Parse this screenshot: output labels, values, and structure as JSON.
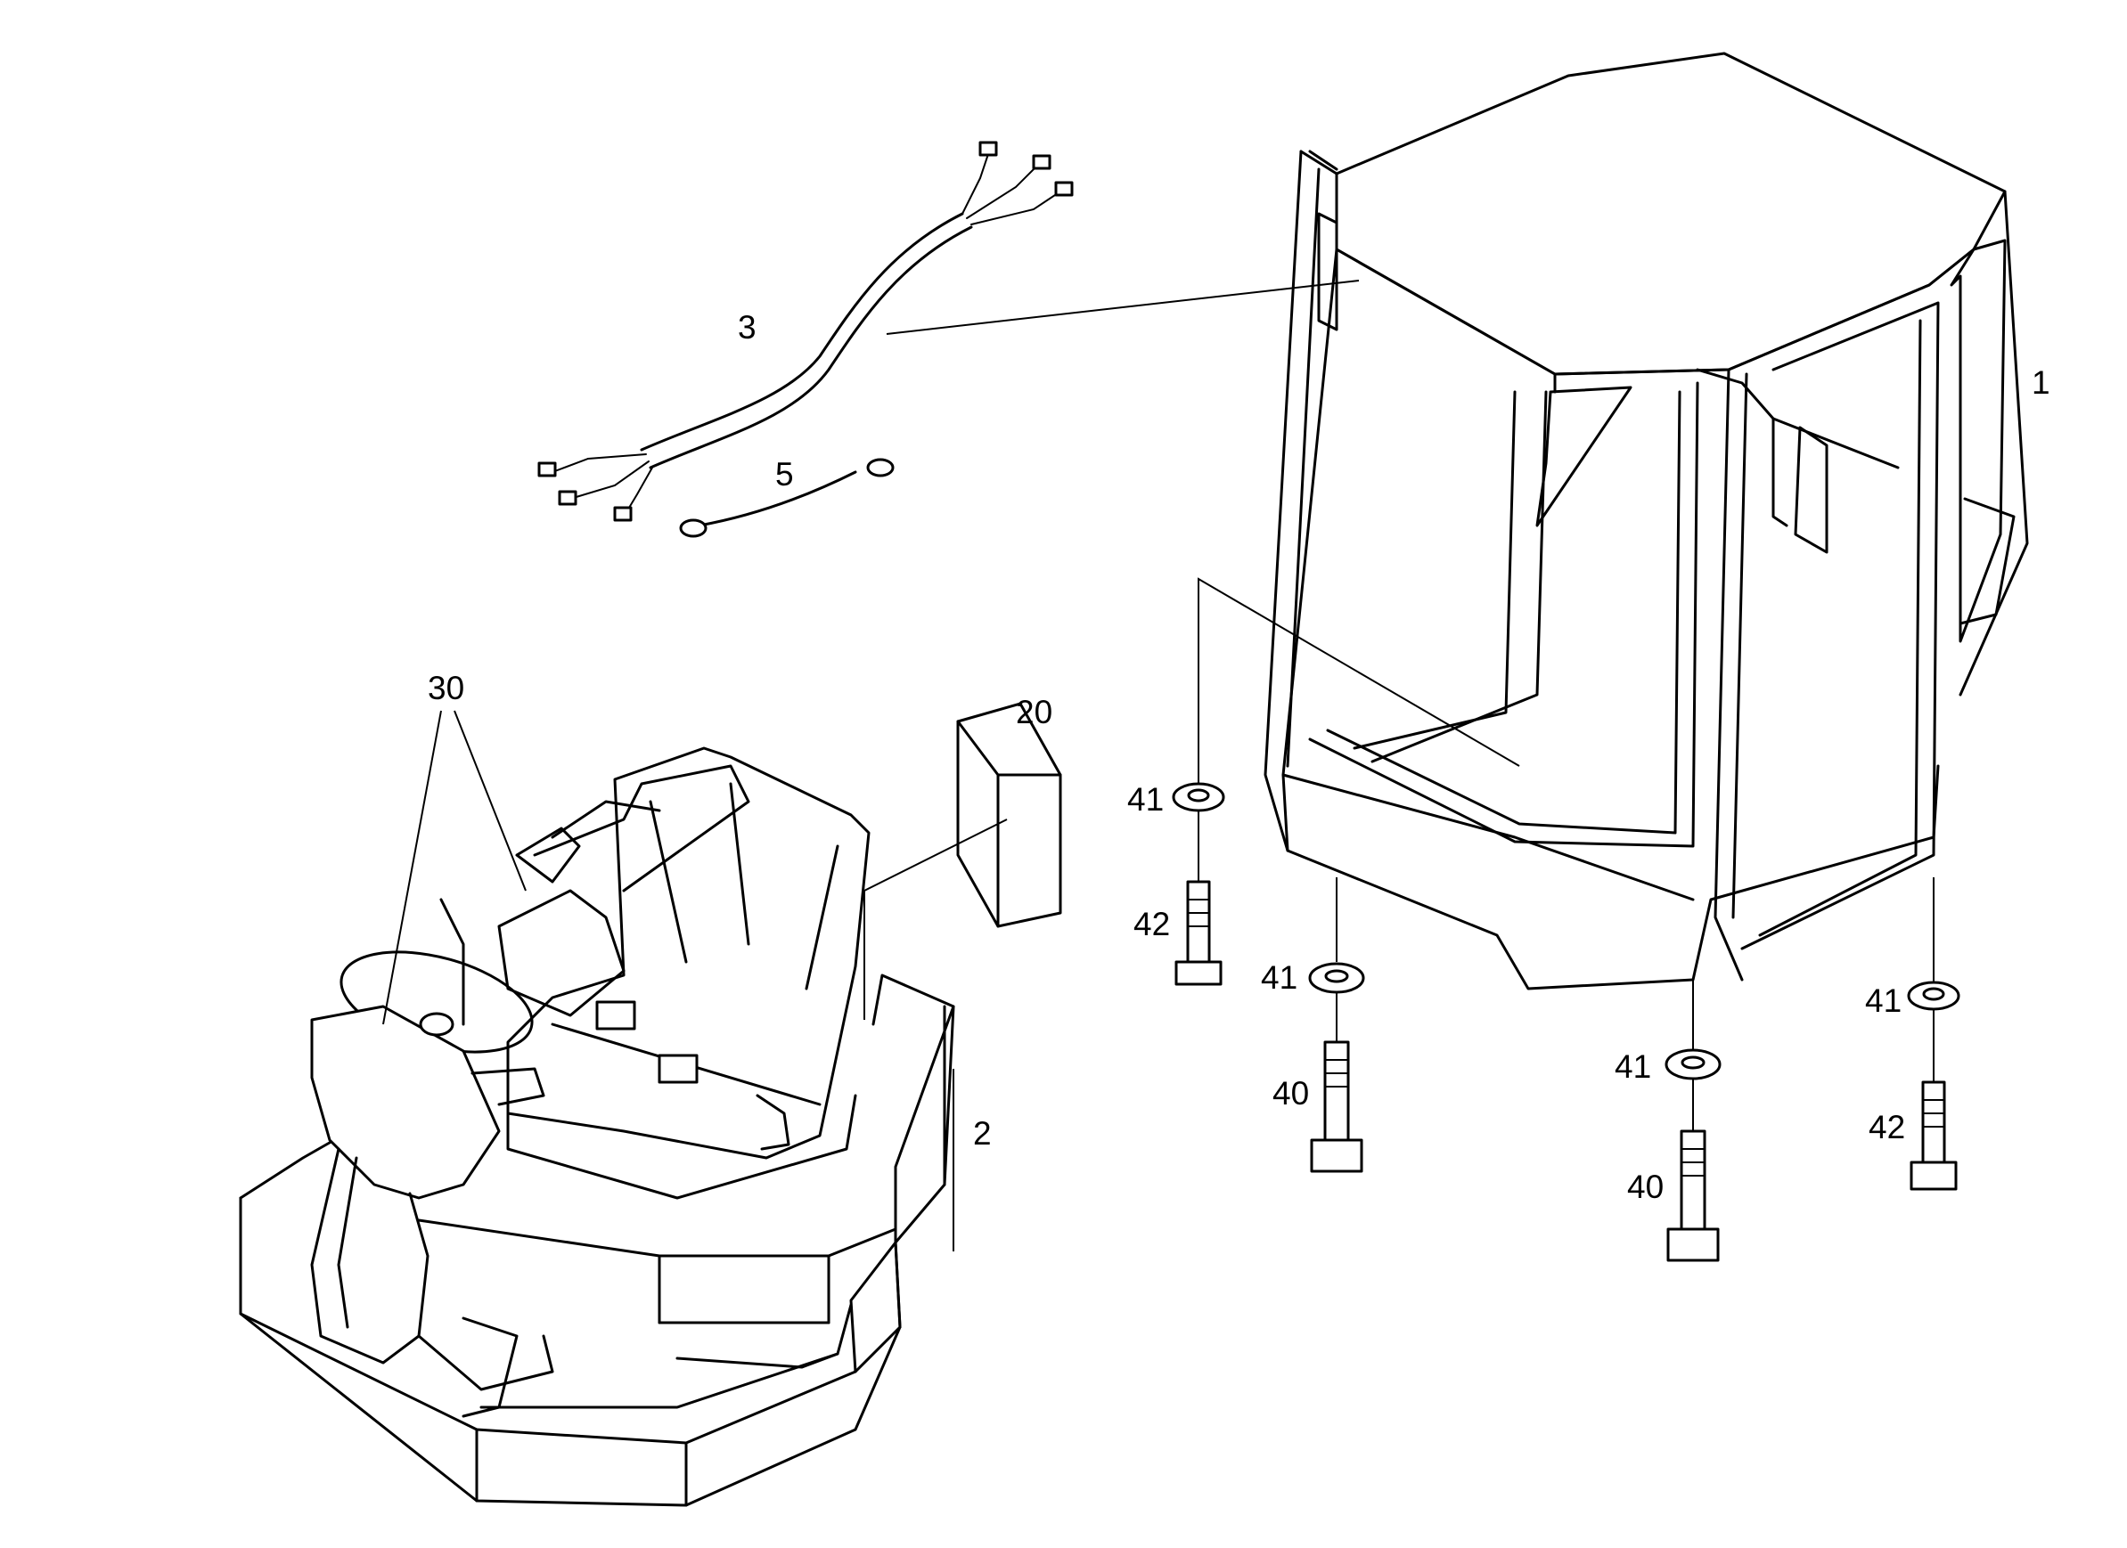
{
  "callouts": [
    {
      "id": "1",
      "label": "1"
    },
    {
      "id": "2",
      "label": "2"
    },
    {
      "id": "3",
      "label": "3"
    },
    {
      "id": "5",
      "label": "5"
    },
    {
      "id": "20",
      "label": "20"
    },
    {
      "id": "30",
      "label": "30"
    },
    {
      "id": "40a",
      "label": "40"
    },
    {
      "id": "40b",
      "label": "40"
    },
    {
      "id": "41a",
      "label": "41"
    },
    {
      "id": "41b",
      "label": "41"
    },
    {
      "id": "41c",
      "label": "41"
    },
    {
      "id": "41d",
      "label": "41"
    },
    {
      "id": "42a",
      "label": "42"
    },
    {
      "id": "42b",
      "label": "42"
    }
  ]
}
